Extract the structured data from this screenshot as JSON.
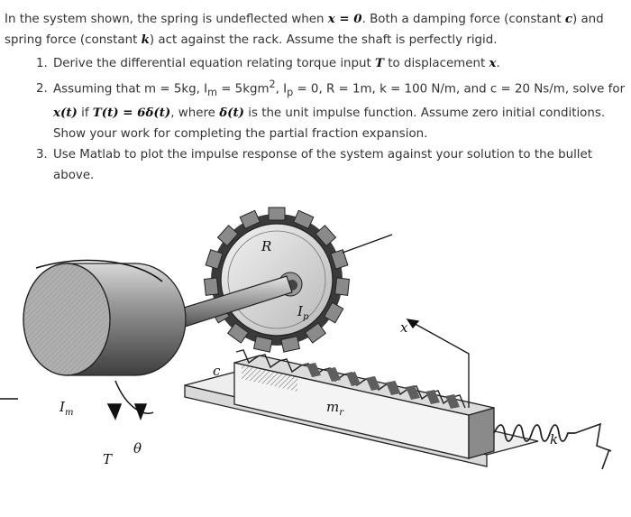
{
  "problem": {
    "intro": {
      "t1": "In the system shown, the spring is undeflected when ",
      "m1": "x = 0",
      "t2": ". Both a damping force (constant ",
      "m2": "c",
      "t3": ") and spring force (constant ",
      "m3": "k",
      "t4": ") act against the rack. Assume the shaft is perfectly rigid."
    },
    "item1": {
      "t1": "Derive the differential equation relating torque input ",
      "m1": "T",
      "t2": " to displacement ",
      "m2": "x",
      "t3": "."
    },
    "item2": {
      "t1": "Assuming that m = 5kg, I",
      "s1": "m",
      "t2": " = 5kgm",
      "sup1": "2",
      "t3": ", I",
      "s2": "p",
      "t4": " = 0, R = 1m, k = 100 N/m, and c = 20 Ns/m, solve for ",
      "m1": "x(t)",
      "t5": " if ",
      "m2": "T(t) = 6δ(t)",
      "t6": ", where ",
      "m3": "δ(t)",
      "t7": " is the unit impulse function. Assume zero initial conditions. Show your work for completing the partial fraction expansion."
    },
    "item3": {
      "t1": "Use Matlab to plot the impulse response of the system against your solution to the bullet above."
    }
  },
  "figure": {
    "labels": {
      "R": "R",
      "Ip": "I",
      "Ip_sub": "p",
      "x": "x",
      "c": "c",
      "mr": "m",
      "mr_sub": "r",
      "k": "k",
      "Im": "I",
      "Im_sub": "m",
      "T": "T",
      "theta": "θ"
    }
  }
}
